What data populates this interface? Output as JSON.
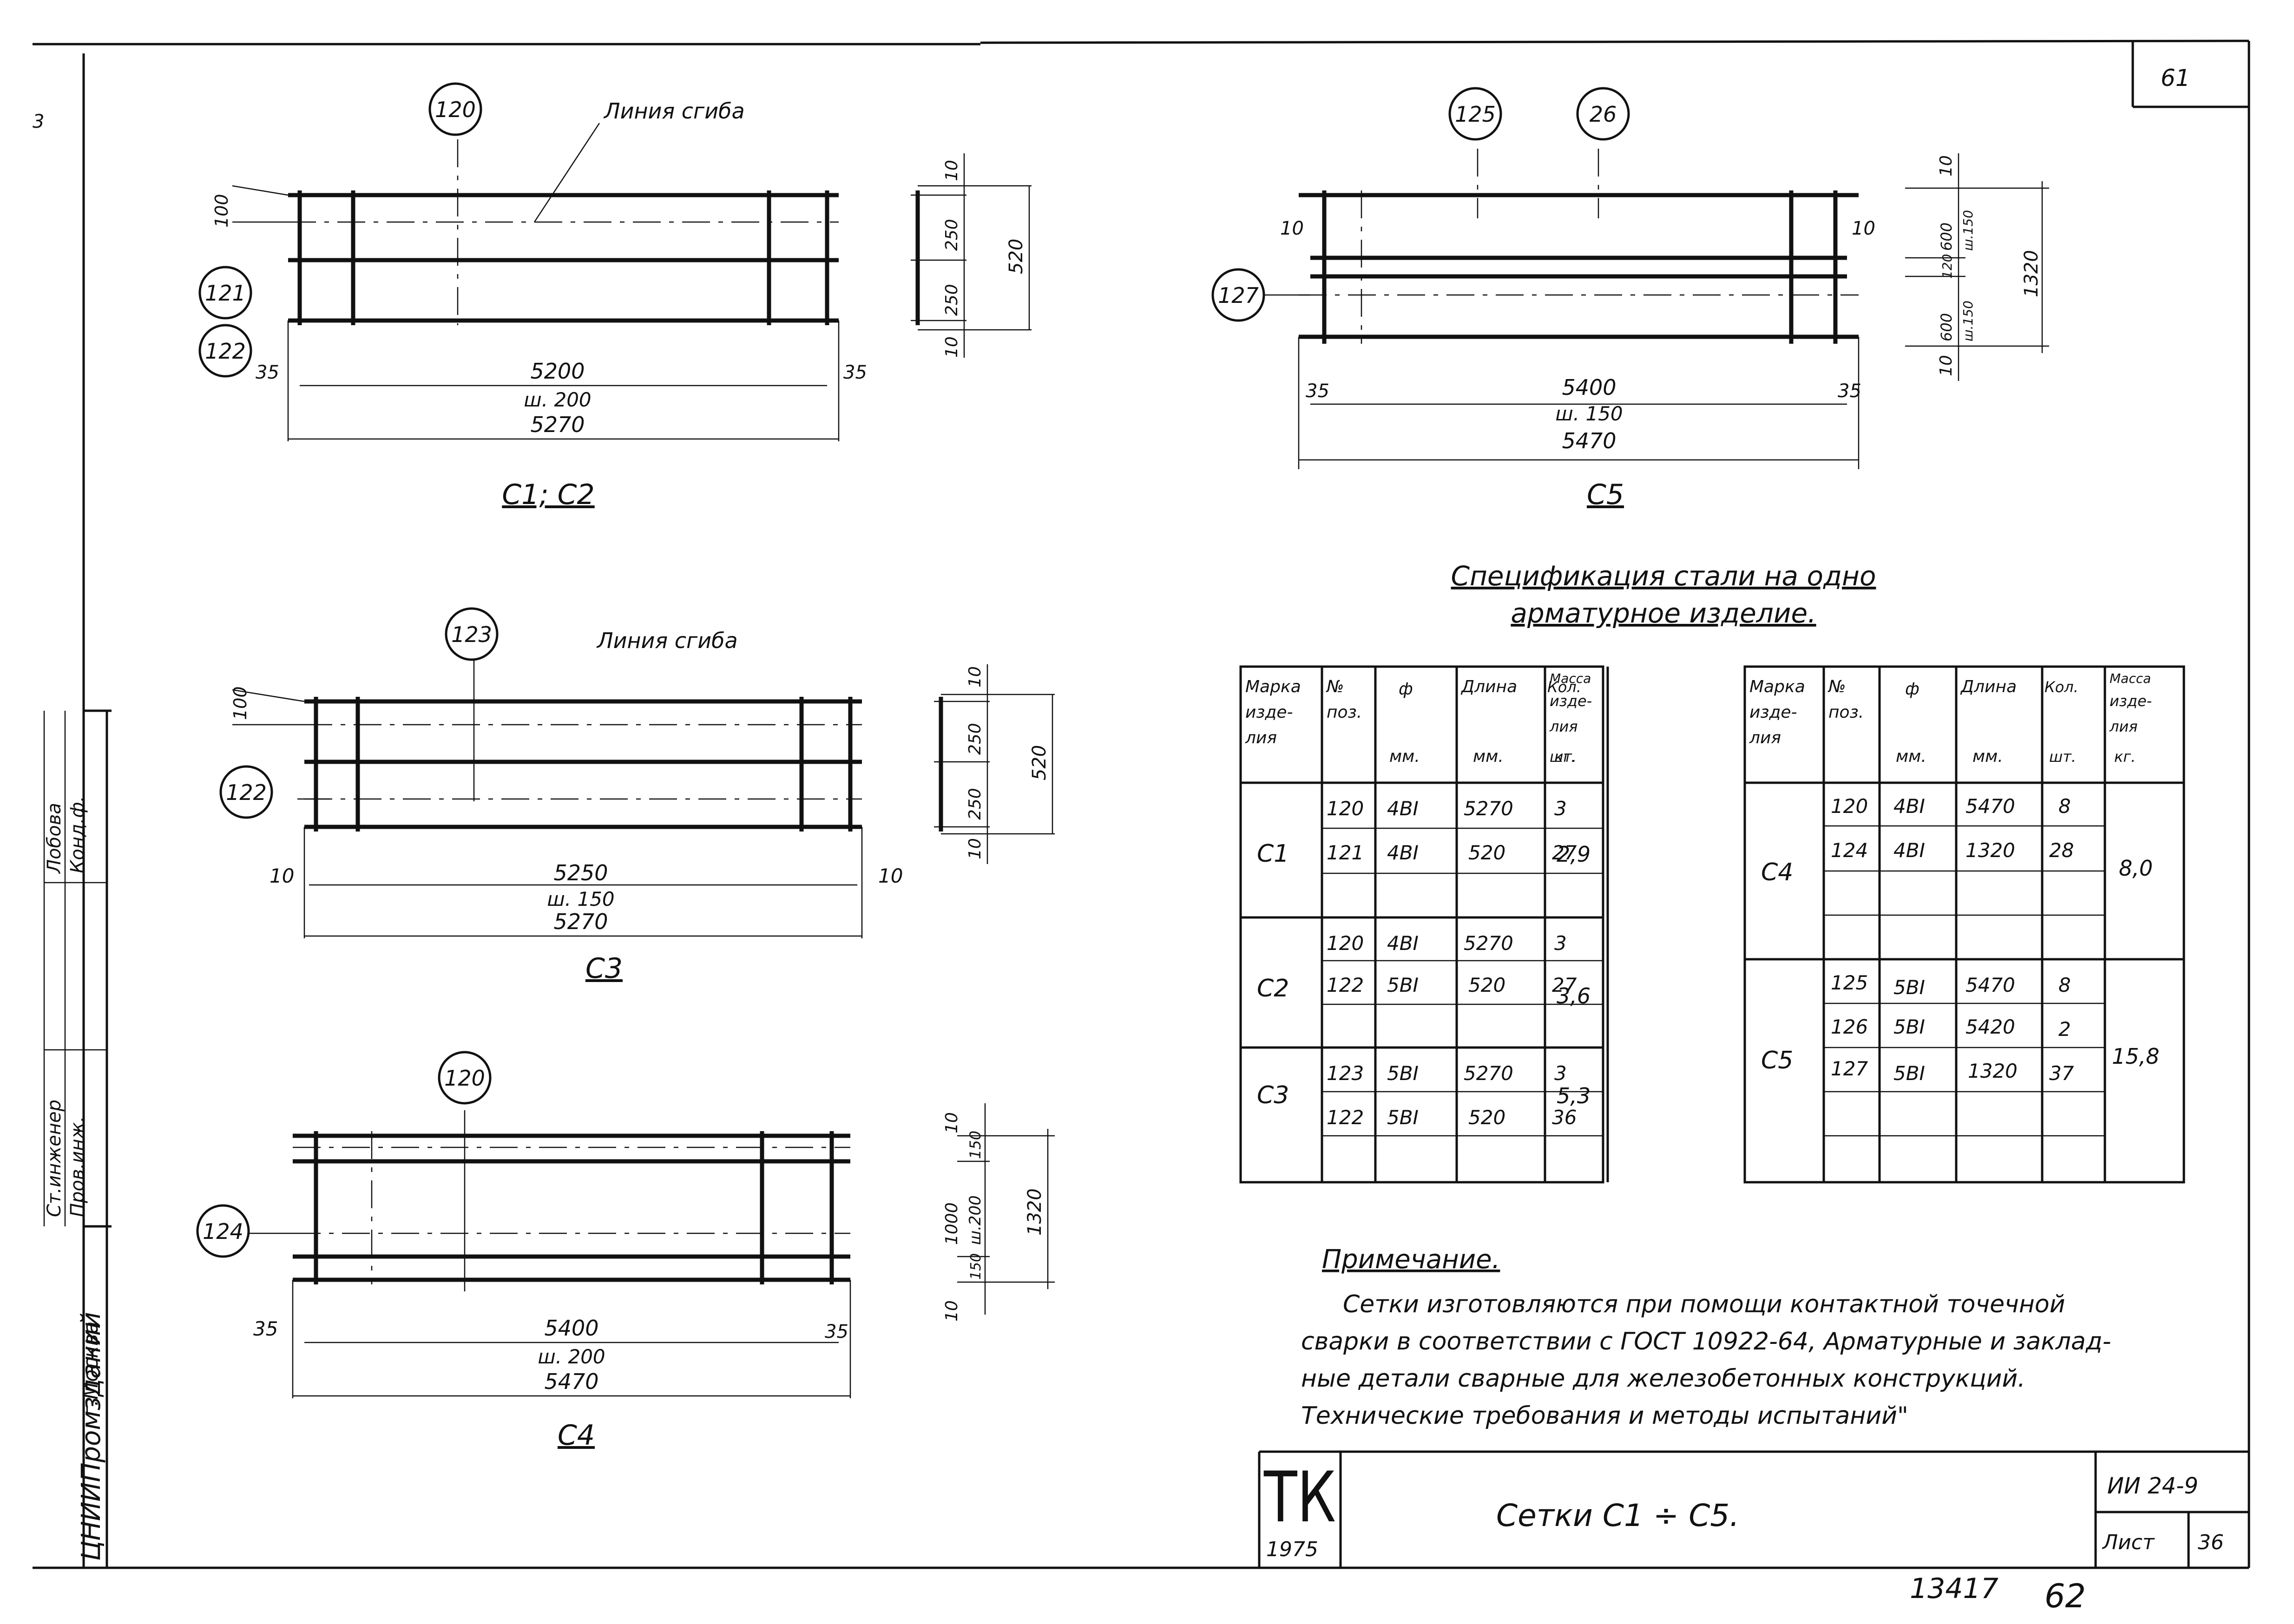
{
  "sheet": {
    "page_number": "61",
    "archive_number": "13417",
    "archive_sheet": "62",
    "left_strip": {
      "row1": "Ст.инженер",
      "row1_role": "Лобова",
      "row2": "Пров.инж.",
      "row2_role": "Конд.ф.",
      "org": "ЦНИИПромзданий",
      "city": "г.Москва"
    },
    "left_edge_mark": "3"
  },
  "drawings": {
    "c1c2": {
      "caption": "С1; С2",
      "bend_label": "Линия сгиба",
      "marks": [
        "120",
        "121",
        "122"
      ],
      "dims": {
        "total": "5270",
        "inner": "5200",
        "pitch": "ш. 200",
        "end_l": "35",
        "end_r": "35",
        "bend": "100",
        "sec_top": "10",
        "sec_a": "250",
        "sec_b": "250",
        "sec_bot": "10",
        "sec_total": "520"
      }
    },
    "c3": {
      "caption": "С3",
      "bend_label": "Линия сгиба",
      "marks": [
        "123",
        "122"
      ],
      "dims": {
        "total": "5270",
        "inner": "5250",
        "pitch": "ш. 150",
        "end_l": "10",
        "end_r": "10",
        "bend": "100",
        "sec_top": "10",
        "sec_a": "250",
        "sec_b": "250",
        "sec_bot": "10",
        "sec_total": "520"
      }
    },
    "c4": {
      "caption": "С4",
      "marks": [
        "120",
        "124"
      ],
      "dims": {
        "total": "5470",
        "inner": "5400",
        "pitch": "ш. 200",
        "end_l": "35",
        "end_r": "35",
        "sec_top": "10",
        "sec_a": "150",
        "sec_mid": "1000",
        "sec_pitch": "ш.200",
        "sec_b": "150",
        "sec_bot": "10",
        "sec_total": "1320"
      }
    },
    "c5": {
      "caption": "С5",
      "marks": [
        "125",
        "26",
        "127"
      ],
      "dims": {
        "total": "5470",
        "inner": "5400",
        "pitch": "ш. 150",
        "end_l": "35",
        "end_r": "35",
        "side_l": "10",
        "side_r": "10",
        "sec_top": "10",
        "sec_a": "600",
        "sec_a_pitch": "ш.150",
        "sec_mid": "120",
        "sec_b": "600",
        "sec_b_pitch": "ш.150",
        "sec_bot": "10",
        "sec_total": "1320"
      }
    }
  },
  "spec": {
    "title_line1": "Спецификация   стали на одно",
    "title_line2": "арматурное   изделие.",
    "headers": {
      "mark": [
        "Марка",
        "изде-",
        "лия"
      ],
      "pos": [
        "№",
        "поз."
      ],
      "dia": [
        "ф",
        "мм."
      ],
      "length": [
        "Длина",
        "мм."
      ],
      "qty": [
        "Кол.",
        "шт."
      ],
      "mass": [
        "Масса",
        "изде-",
        "лия",
        "кг."
      ]
    },
    "left_table": [
      {
        "mark": "С1",
        "mass": "2,9",
        "rows": [
          [
            "120",
            "4ВI",
            "5270",
            "3"
          ],
          [
            "121",
            "4ВI",
            "520",
            "27"
          ],
          [
            "",
            "",
            "",
            ""
          ]
        ]
      },
      {
        "mark": "С2",
        "mass": "3,6",
        "rows": [
          [
            "120",
            "4ВI",
            "5270",
            "3"
          ],
          [
            "122",
            "5ВI",
            "520",
            "27"
          ],
          [
            "",
            "",
            "",
            ""
          ]
        ]
      },
      {
        "mark": "С3",
        "mass": "5,3",
        "rows": [
          [
            "123",
            "5ВI",
            "5270",
            "3"
          ],
          [
            "122",
            "5ВI",
            "520",
            "36"
          ],
          [
            "",
            "",
            "",
            ""
          ]
        ]
      }
    ],
    "right_table": [
      {
        "mark": "С4",
        "mass": "8,0",
        "rows": [
          [
            "120",
            "4ВI",
            "5470",
            "8"
          ],
          [
            "124",
            "4ВI",
            "1320",
            "28"
          ],
          [
            "",
            "",
            "",
            ""
          ],
          [
            "",
            "",
            "",
            ""
          ]
        ]
      },
      {
        "mark": "С5",
        "mass": "15,8",
        "rows": [
          [
            "125",
            "5ВI",
            "5470",
            "8"
          ],
          [
            "126",
            "5ВI",
            "5420",
            "2"
          ],
          [
            "127",
            "5ВI",
            "1320",
            "37"
          ],
          [
            "",
            "",
            "",
            ""
          ],
          [
            "",
            "",
            "",
            ""
          ]
        ]
      }
    ]
  },
  "note": {
    "title": "Примечание.",
    "lines": [
      "Сетки изготовляются при помощи контактной точечной",
      "сварки в соответствии с ГОСТ 10922-64, Арматурные и заклад-",
      "ные детали сварные для железобетонных конструкций.",
      "Технические требования и методы испытаний\""
    ]
  },
  "stamp": {
    "logo": "ТК",
    "year": "1975",
    "title": "Сетки   С1 ÷ С5.",
    "series": "ИИ 24-9",
    "sheet_label": "Лист",
    "sheet_no": "36"
  }
}
